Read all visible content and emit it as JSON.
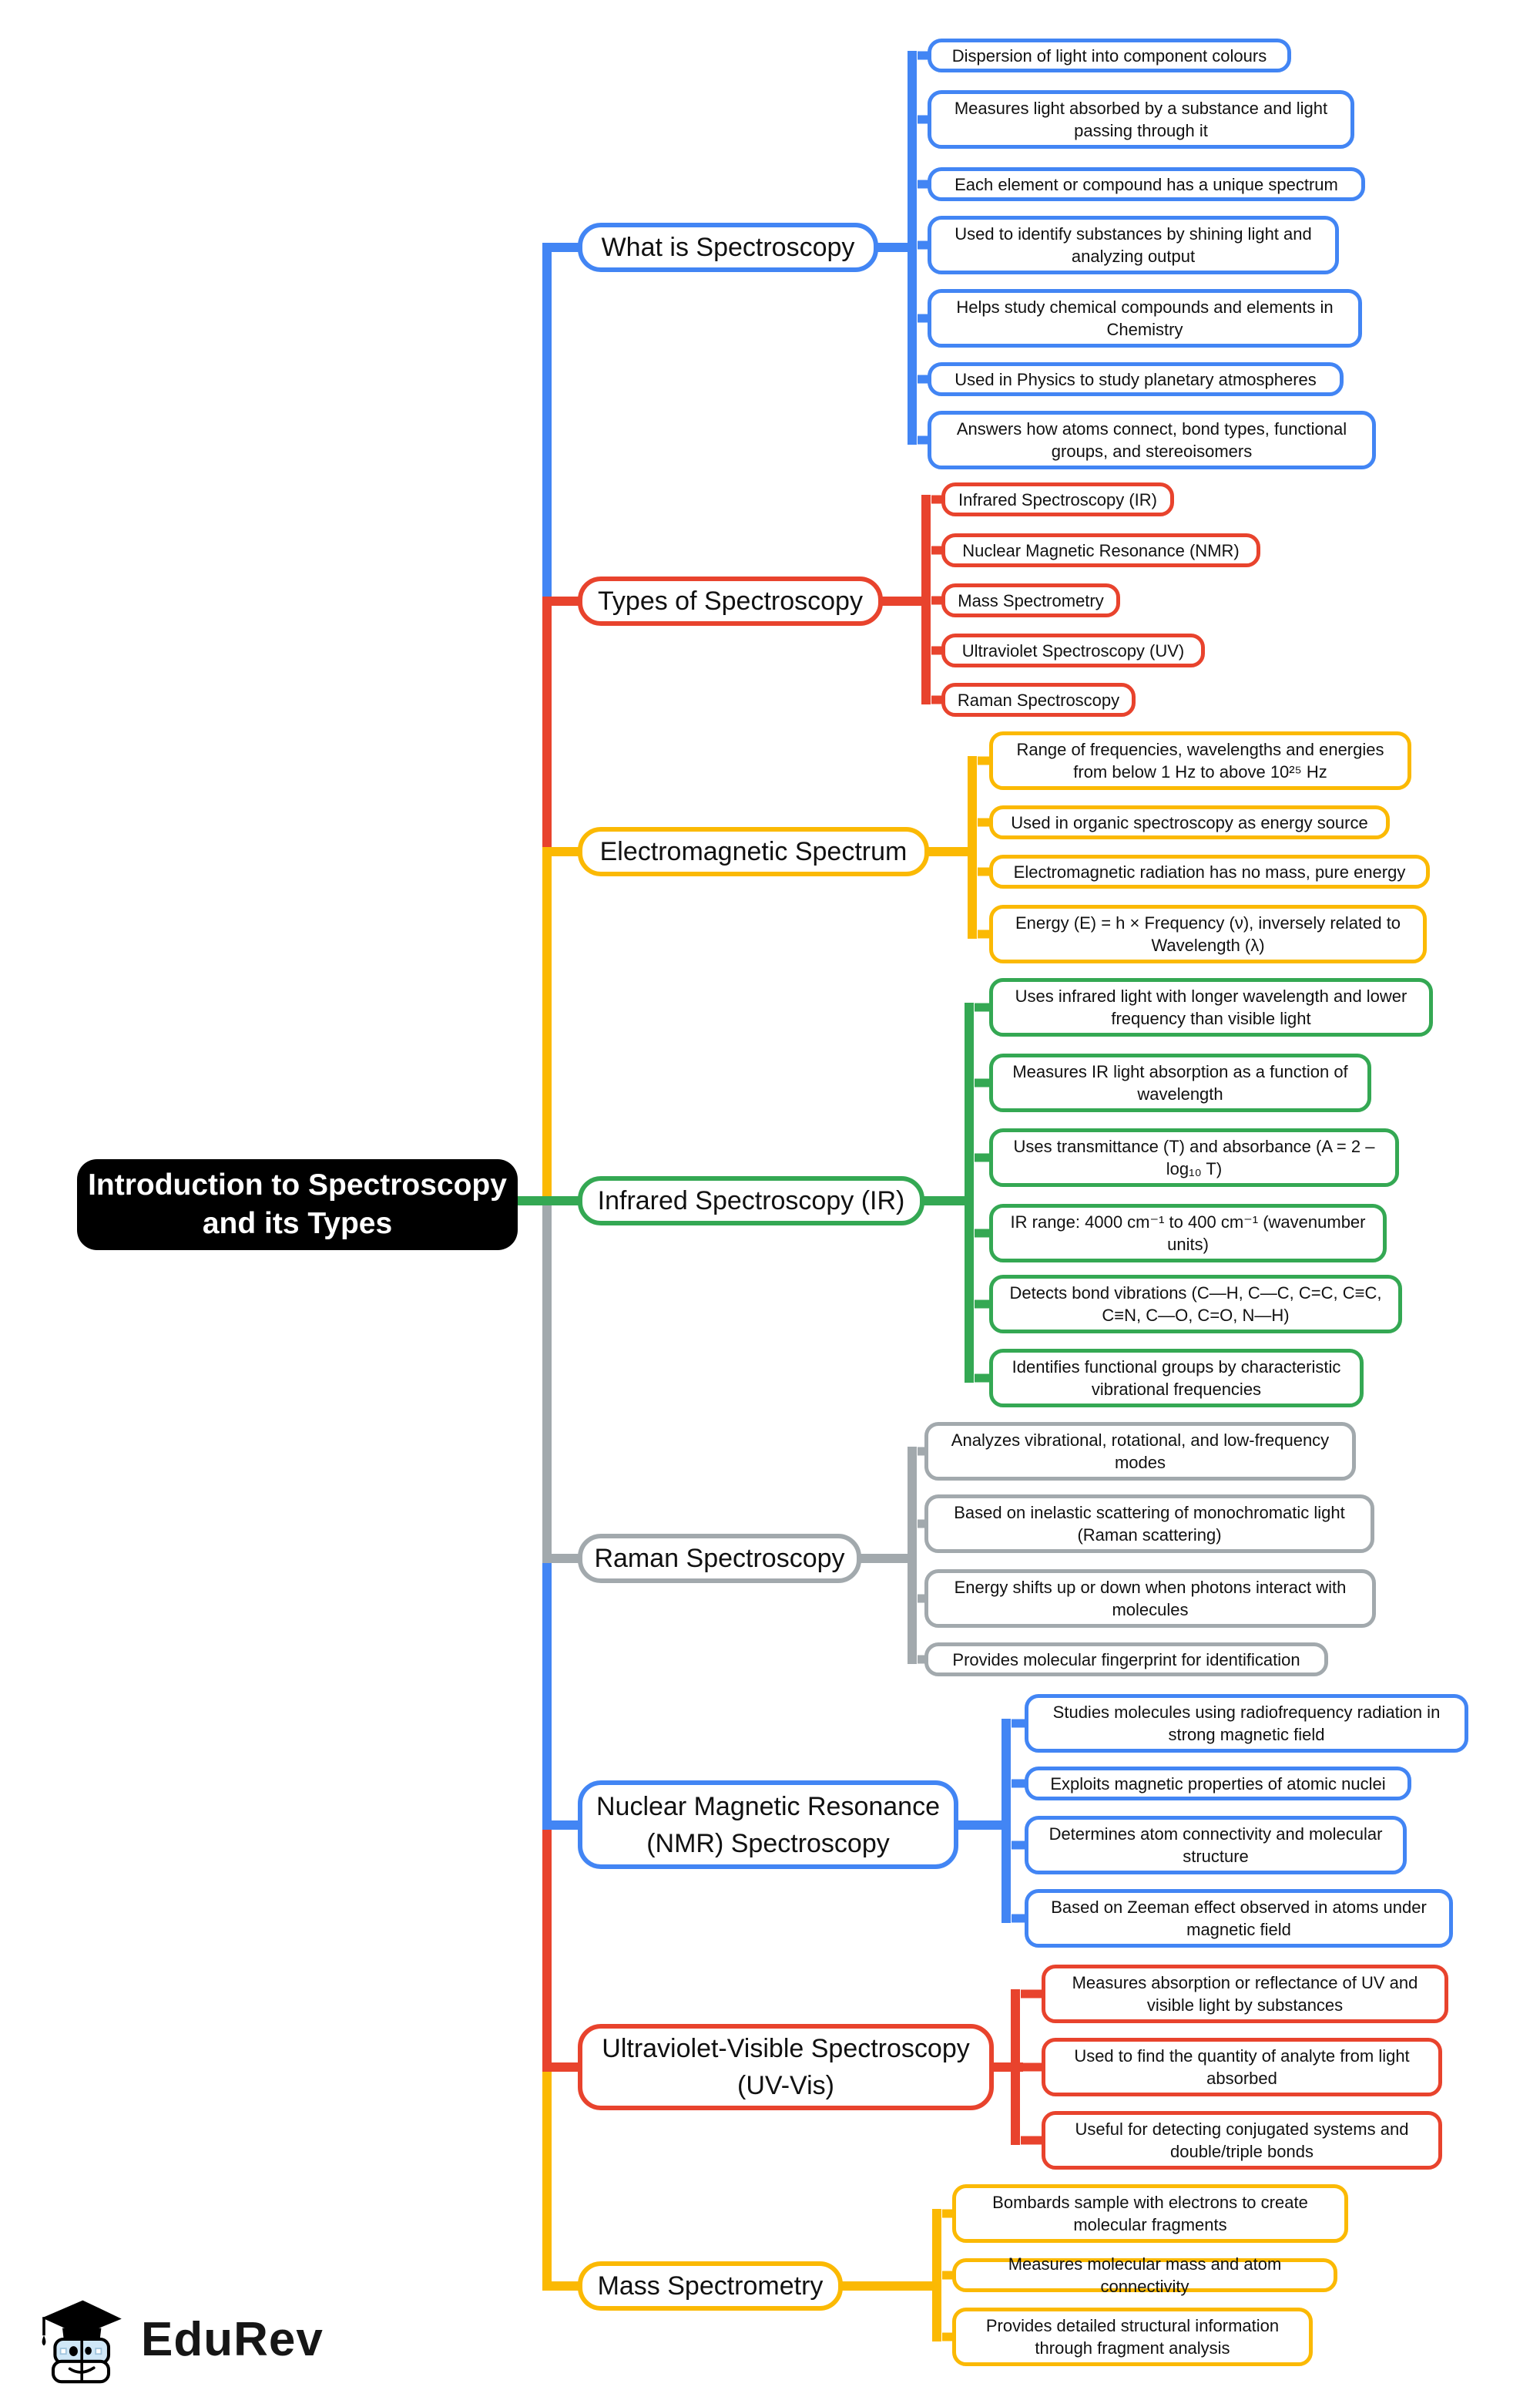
{
  "title": {
    "text": "Introduction to Spectroscopy and its Types"
  },
  "palette": {
    "blue": "#4285F4",
    "red": "#E8432D",
    "yellow": "#FBB903",
    "green": "#34A853",
    "gray": "#A2A9AD",
    "node_bg": "#000000",
    "node_text": "#FFFFFF"
  },
  "branches": [
    {
      "label": "What is Spectroscopy",
      "color": "#4285F4",
      "leaves": [
        "Dispersion of light into component colours",
        "Measures light absorbed by a substance and light passing through it",
        "Each element or compound has a unique spectrum",
        "Used to identify substances by shining light and analyzing output",
        "Helps study chemical compounds and elements in Chemistry",
        "Used in Physics to study planetary atmospheres",
        "Answers how atoms connect, bond types, functional groups, and stereoisomers"
      ]
    },
    {
      "label": "Types of Spectroscopy",
      "color": "#E8432D",
      "leaves": [
        "Infrared Spectroscopy (IR)",
        "Nuclear Magnetic Resonance (NMR)",
        "Mass Spectrometry",
        "Ultraviolet Spectroscopy (UV)",
        "Raman Spectroscopy"
      ]
    },
    {
      "label": "Electromagnetic Spectrum",
      "color": "#FBB903",
      "leaves": [
        "Range of frequencies, wavelengths and energies from below 1 Hz to above 10²⁵ Hz",
        "Used in organic spectroscopy as energy source",
        "Electromagnetic radiation has no mass, pure energy",
        "Energy (E) = h × Frequency (ν), inversely related to Wavelength (λ)"
      ]
    },
    {
      "label": "Infrared Spectroscopy (IR)",
      "color": "#34A853",
      "leaves": [
        "Uses infrared light with longer wavelength and lower frequency than visible light",
        "Measures IR light absorption as a function of wavelength",
        "Uses transmittance (T) and absorbance (A = 2 – log₁₀ T)",
        "IR range: 4000 cm⁻¹ to 400 cm⁻¹ (wavenumber units)",
        "Detects bond vibrations (C—H, C—C, C=C, C≡C, C≡N, C—O, C=O, N—H)",
        "Identifies functional groups by characteristic vibrational frequencies"
      ]
    },
    {
      "label": "Raman Spectroscopy",
      "color": "#A2A9AD",
      "leaves": [
        "Analyzes vibrational, rotational, and low-frequency modes",
        "Based on inelastic scattering of monochromatic light (Raman scattering)",
        "Energy shifts up or down when photons interact with molecules",
        "Provides molecular fingerprint for identification"
      ]
    },
    {
      "label": "Nuclear Magnetic Resonance (NMR) Spectroscopy",
      "color": "#4285F4",
      "leaves": [
        "Studies molecules using radiofrequency radiation in strong magnetic field",
        "Exploits magnetic properties of atomic nuclei",
        "Determines atom connectivity and molecular structure",
        "Based on Zeeman effect observed in atoms under magnetic field"
      ]
    },
    {
      "label": "Ultraviolet-Visible Spectroscopy (UV-Vis)",
      "color": "#E8432D",
      "leaves": [
        "Measures absorption or reflectance of UV and visible light by substances",
        "Used to find the quantity of analyte from light absorbed",
        "Useful for detecting conjugated systems and double/triple bonds"
      ]
    },
    {
      "label": "Mass Spectrometry",
      "color": "#FBB903",
      "leaves": [
        "Bombards sample with electrons to create molecular fragments",
        "Measures molecular mass and atom connectivity",
        "Provides detailed structural information through fragment analysis"
      ]
    }
  ],
  "logo": {
    "name": "EduRev"
  }
}
